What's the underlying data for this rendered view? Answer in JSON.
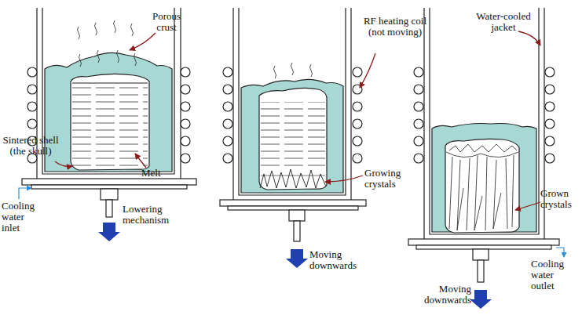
{
  "diagram": {
    "labels": [
      "Porous crust",
      "Sintered shell (the skull)",
      "Melt",
      "Lowering mechanism",
      "Cooling water inlet",
      "RF heating coil (not moving)",
      "Growing crystals",
      "Moving downwards",
      "Water-cooled jacket",
      "Grown crystals",
      "Cooling water outlet",
      "Moving downwards"
    ]
  }
}
